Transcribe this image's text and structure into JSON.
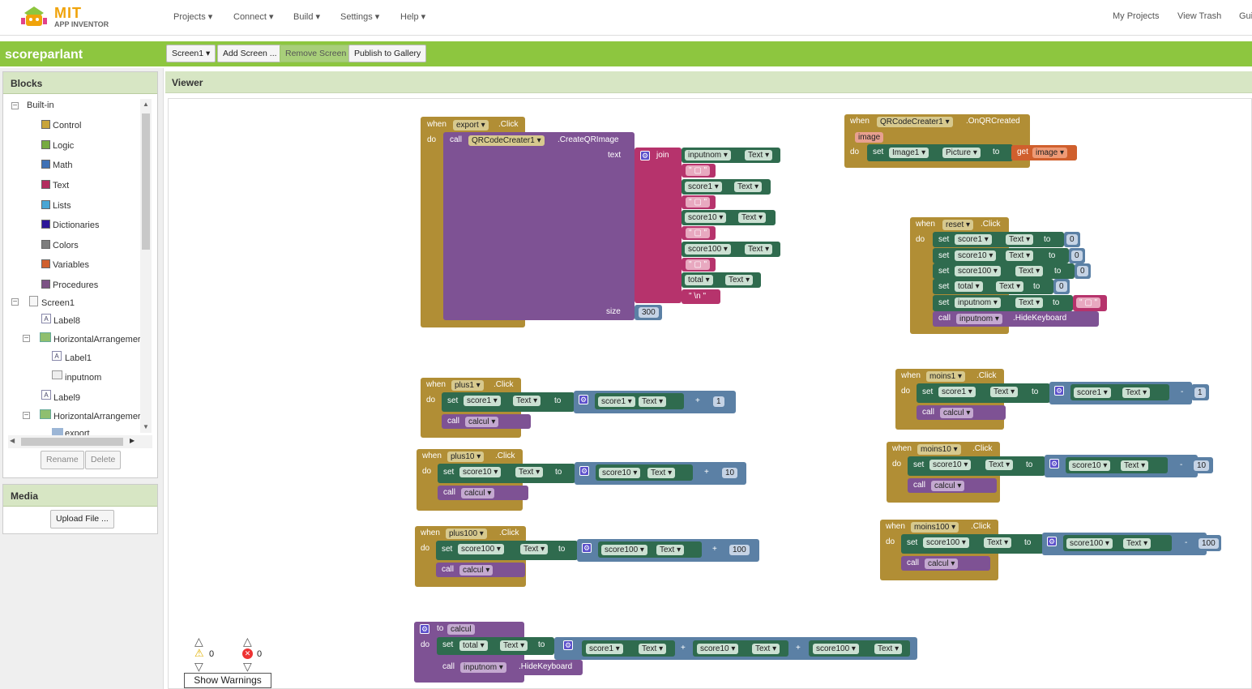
{
  "topnav": {
    "projects": "Projects ▾",
    "connect": "Connect ▾",
    "build": "Build ▾",
    "settings": "Settings ▾",
    "help": "Help ▾",
    "my_projects": "My Projects",
    "view_trash": "View Trash",
    "guide": "Gui"
  },
  "logo": {
    "mit": "MIT",
    "app_inventor": "APP INVENTOR"
  },
  "project": {
    "name": "scoreparlant",
    "screen_select": "Screen1 ▾",
    "add_screen": "Add Screen ...",
    "remove_screen": "Remove Screen",
    "publish": "Publish to Gallery"
  },
  "blocks_panel": {
    "title": "Blocks",
    "builtin": "Built-in",
    "items": [
      {
        "label": "Control",
        "color": "#c8a43a"
      },
      {
        "label": "Logic",
        "color": "#77ab41"
      },
      {
        "label": "Math",
        "color": "#3f71b5"
      },
      {
        "label": "Text",
        "color": "#b32d5e"
      },
      {
        "label": "Lists",
        "color": "#49a6d4"
      },
      {
        "label": "Dictionaries",
        "color": "#2d1799"
      },
      {
        "label": "Colors",
        "color": "#7d7d7d"
      },
      {
        "label": "Variables",
        "color": "#d05f2d"
      },
      {
        "label": "Procedures",
        "color": "#7c5385"
      }
    ],
    "screen1": "Screen1",
    "label8": "Label8",
    "harr1": "HorizontalArrangemer",
    "label1": "Label1",
    "inputnom": "inputnom",
    "label9": "Label9",
    "harr2": "HorizontalArrangemer",
    "export": "export",
    "rename": "Rename",
    "delete": "Delete"
  },
  "media": {
    "title": "Media",
    "upload": "Upload File ..."
  },
  "viewer": {
    "title": "Viewer"
  },
  "warnings": {
    "warn_count": "0",
    "err_count": "0",
    "show": "Show Warnings"
  },
  "blocks": {
    "when": "when",
    "do": "do",
    "call": "call",
    "set": "set",
    "to": "to",
    "get": "get",
    "text": "text",
    "size": "size",
    "join": "join",
    "click": ".Click",
    "text_prop": "Text ▾",
    "plus": "+",
    "minus": "-",
    "export_btn": "export ▾",
    "qr_comp": "QRCodeCreater1 ▾",
    "create_qr": ".CreateQRImage",
    "inputnom": "inputnom ▾",
    "score1": "score1 ▾",
    "score10": "score10 ▾",
    "score100": "score100 ▾",
    "total": "total ▾",
    "sep": "\" ▢ \"",
    "nl": "\" \\n \"",
    "size_val": "300",
    "qr_created_comp": "QRCodeCreater1 ▾",
    "on_qr_created": ".OnQRCreated",
    "image_param": "image",
    "image1": "Image1 ▾",
    "picture": "Picture ▾",
    "get_image": "image ▾",
    "reset": "reset ▾",
    "zero": "0",
    "empty": "\" ▢ \"",
    "hide_kb": ".HideKeyboard",
    "plus1": "plus1 ▾",
    "plus10": "plus10 ▾",
    "plus100": "plus100 ▾",
    "moins1": "moins1 ▾",
    "moins10": "moins10 ▾",
    "moins100": "moins100 ▾",
    "calcul": "calcul ▾",
    "one": "1",
    "ten": "10",
    "hundred": "100",
    "to_proc": "to",
    "calcul_name": "calcul"
  }
}
